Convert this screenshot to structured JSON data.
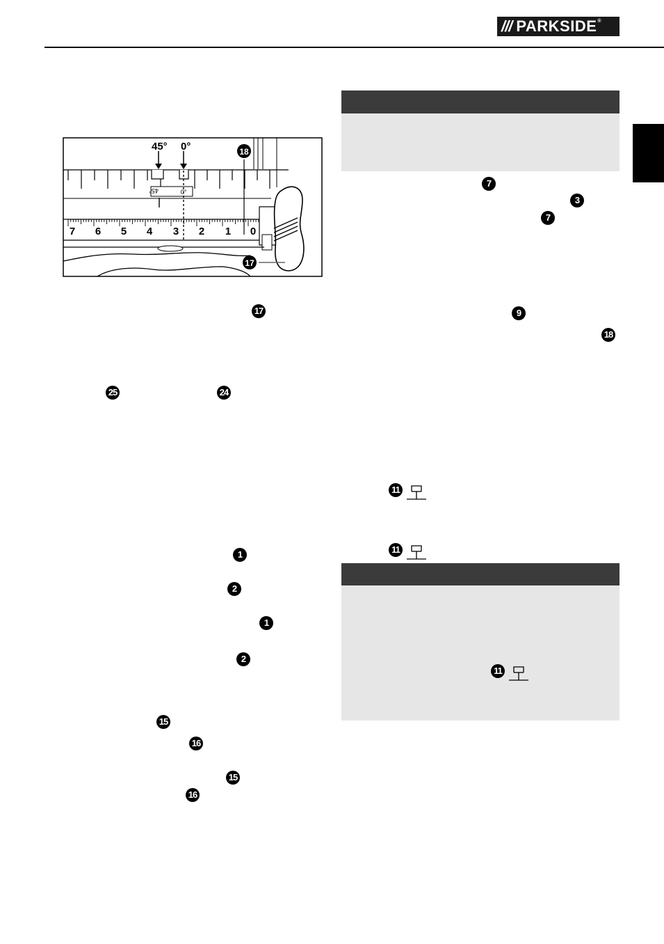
{
  "brand": {
    "slashes": "///",
    "name": "PARKSIDE",
    "reg": "®"
  },
  "figure": {
    "label_45": "45°",
    "label_0": "0°",
    "small_45": "45°",
    "small_0": "0°",
    "scale_numbers": [
      "7",
      "6",
      "5",
      "4",
      "3",
      "2",
      "1",
      "0"
    ],
    "callout_18": "18",
    "callout_17": "17"
  },
  "badges": {
    "b17_left": "17",
    "b25": "25",
    "b24": "24",
    "b1_a": "1",
    "b2_a": "2",
    "b1_b": "1",
    "b2_b": "2",
    "b15_a": "15",
    "b16_a": "16",
    "b15_b": "15",
    "b16_b": "16",
    "b7_a": "7",
    "b3": "3",
    "b7_b": "7",
    "b9": "9",
    "b18_right": "18",
    "b11_a": "11",
    "b11_b": "11",
    "b11_c": "11"
  }
}
